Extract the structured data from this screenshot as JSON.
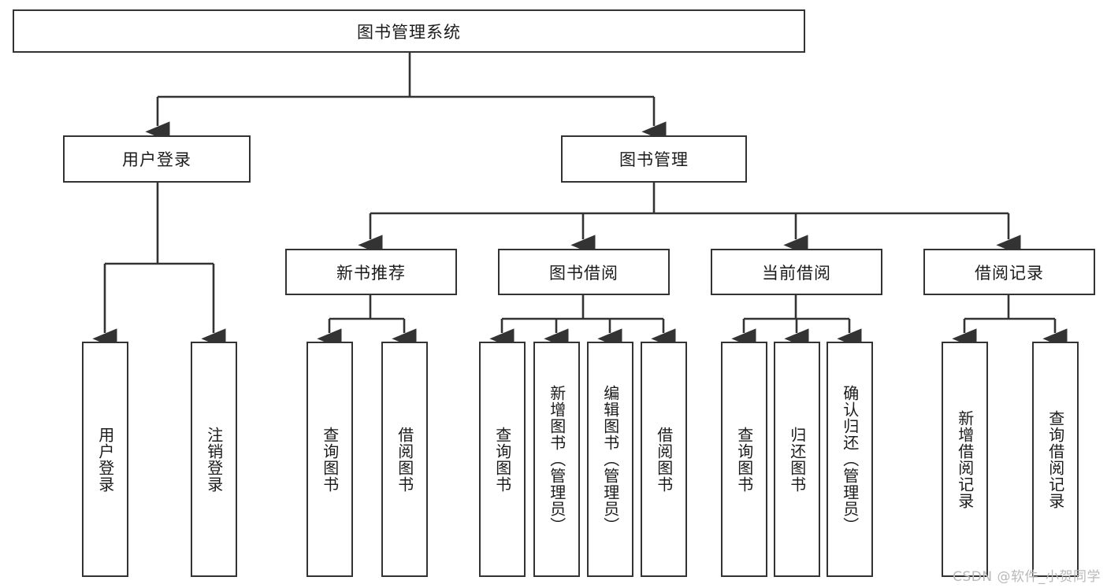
{
  "diagram": {
    "type": "tree",
    "title": "图书管理系统",
    "root": {
      "label": "图书管理系统"
    },
    "level1": [
      {
        "label": "用户登录"
      },
      {
        "label": "图书管理"
      }
    ],
    "level2": [
      {
        "label": "新书推荐"
      },
      {
        "label": "图书借阅"
      },
      {
        "label": "当前借阅"
      },
      {
        "label": "借阅记录"
      }
    ],
    "leaves": {
      "user_login": [
        {
          "label": "用户登录"
        },
        {
          "label": "注销登录"
        }
      ],
      "new_book_recommend": [
        {
          "label": "查询图书"
        },
        {
          "label": "借阅图书"
        }
      ],
      "book_borrow": [
        {
          "label": "查询图书"
        },
        {
          "label": "新增图书（管理员）"
        },
        {
          "label": "编辑图书（管理员）"
        },
        {
          "label": "借阅图书"
        }
      ],
      "current_borrow": [
        {
          "label": "查询图书"
        },
        {
          "label": "归还图书"
        },
        {
          "label": "确认归还（管理员）"
        }
      ],
      "borrow_record": [
        {
          "label": "新增借阅记录"
        },
        {
          "label": "查询借阅记录"
        }
      ]
    }
  },
  "watermark": {
    "text": "CSDN @软件_小贺同学"
  },
  "colors": {
    "stroke": "#333333",
    "background": "#ffffff",
    "text": "#1b1b1b",
    "watermark": "#b9b9b9"
  }
}
